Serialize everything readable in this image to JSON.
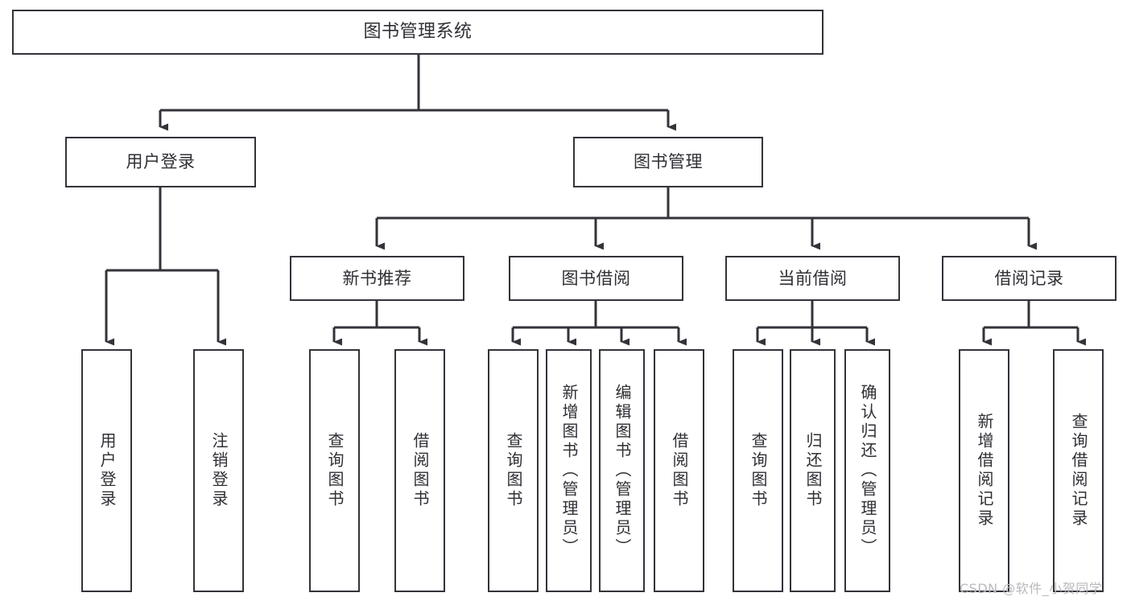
{
  "diagram": {
    "title": "图书管理系统",
    "type": "tree-hierarchy",
    "stroke_color": "#33333a",
    "fill_color": "#ffffff",
    "text_color": "#2f2f35",
    "levels": 4
  },
  "root": {
    "label": "图书管理系统"
  },
  "level2": [
    {
      "label": "用户登录"
    },
    {
      "label": "图书管理"
    }
  ],
  "level3": [
    {
      "label": "新书推荐"
    },
    {
      "label": "图书借阅"
    },
    {
      "label": "当前借阅"
    },
    {
      "label": "借阅记录"
    }
  ],
  "leaves": {
    "user_login": [
      {
        "label": "用户登录"
      },
      {
        "label": "注销登录"
      }
    ],
    "new_book_recommend": [
      {
        "label": "查询图书"
      },
      {
        "label": "借阅图书"
      }
    ],
    "book_borrow": [
      {
        "label": "查询图书"
      },
      {
        "label": "新增图书（管理员）"
      },
      {
        "label": "编辑图书（管理员）"
      },
      {
        "label": "借阅图书"
      }
    ],
    "current_borrow": [
      {
        "label": "查询图书"
      },
      {
        "label": "归还图书"
      },
      {
        "label": "确认归还（管理员）"
      }
    ],
    "borrow_record": [
      {
        "label": "新增借阅记录"
      },
      {
        "label": "查询借阅记录"
      }
    ]
  },
  "watermark": {
    "text": "CSDN @软件_小贺同学"
  }
}
